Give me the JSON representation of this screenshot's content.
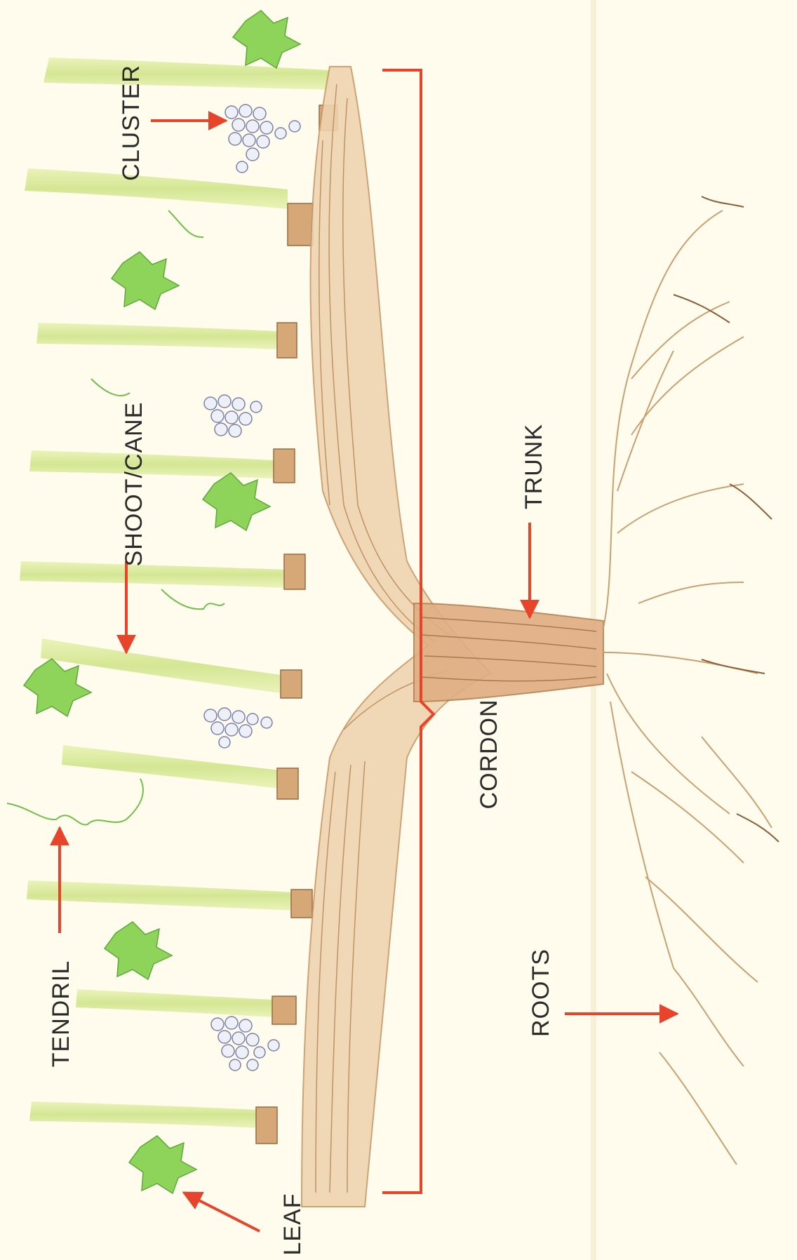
{
  "labels": {
    "cluster": "CLUSTER",
    "shoot_cane": "SHOOT/CANE",
    "tendril": "TENDRIL",
    "leaf": "LEAF",
    "trunk": "TRUNK",
    "cordon": "CORDON",
    "roots": "ROOTS"
  },
  "colors": {
    "arrow": "#e8442c",
    "wood": "#c89a6a",
    "wood_dark": "#9a6a40",
    "shoot": "#d8eb9a",
    "leaf": "#8fd45a",
    "grape": "#8a8fb0",
    "root": "#c9a070"
  }
}
